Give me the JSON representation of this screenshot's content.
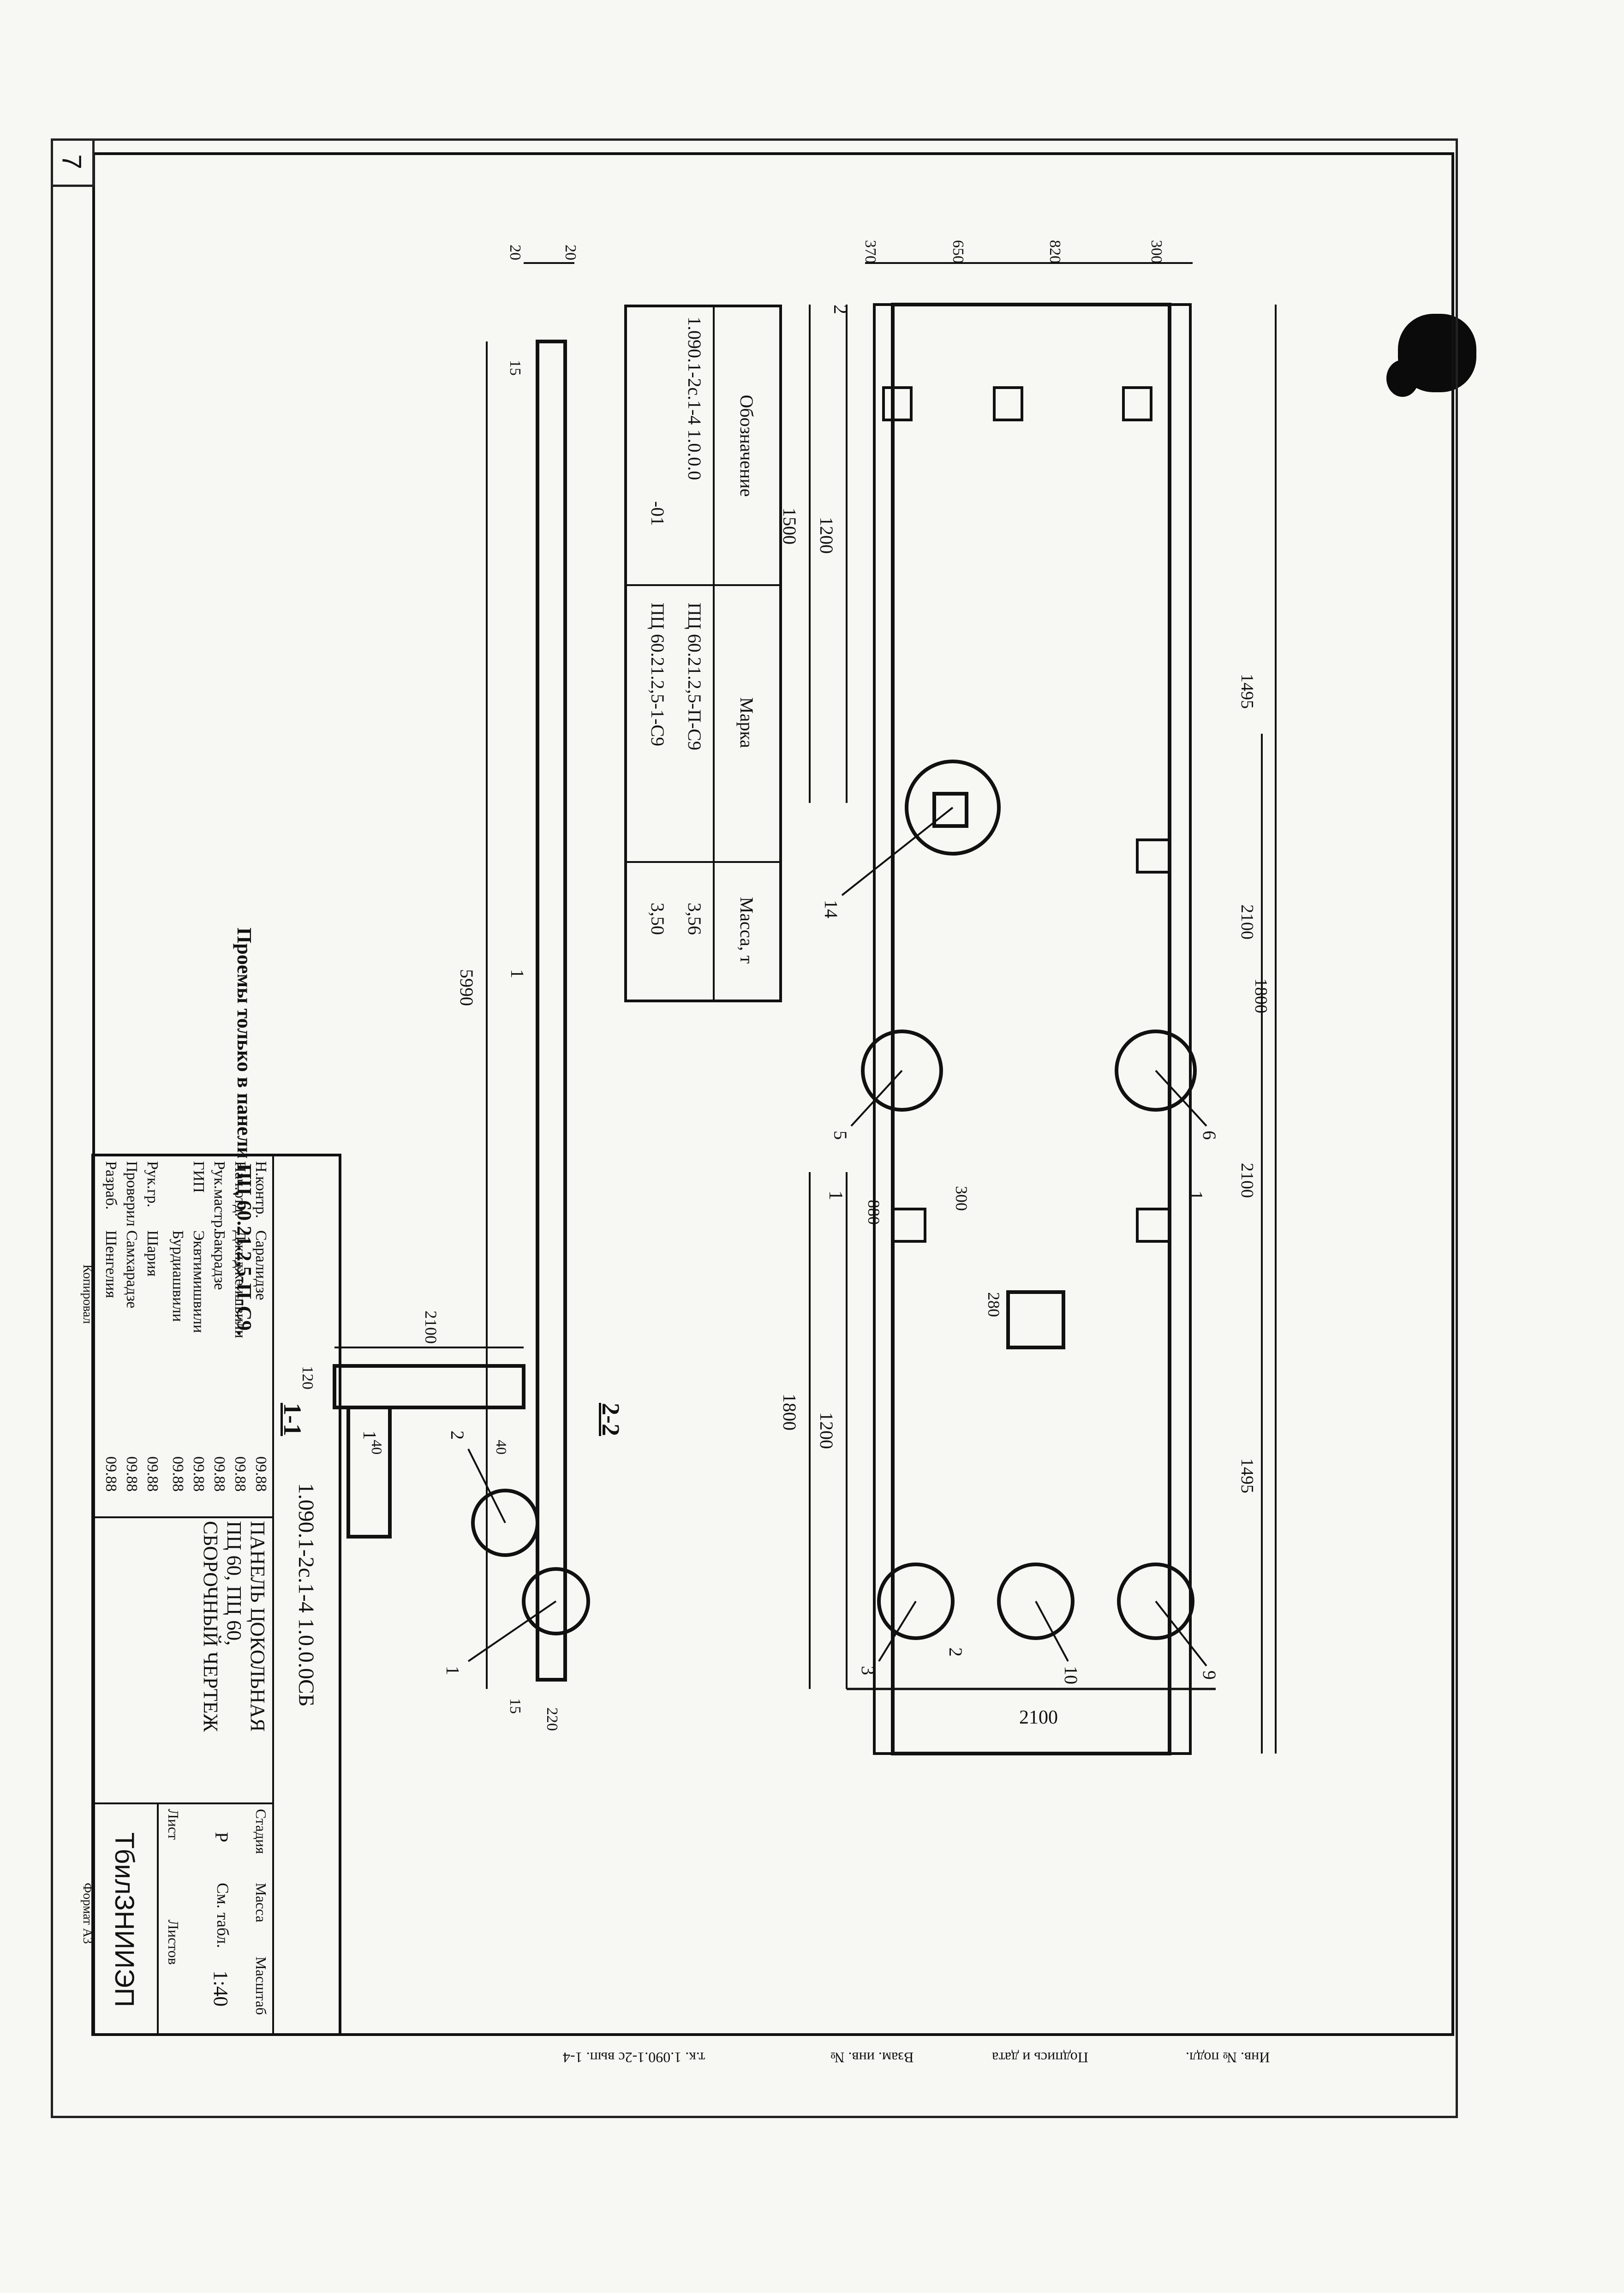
{
  "page_number": "7",
  "drawing": {
    "section_1": "1-1",
    "section_2": "2-2",
    "note": "Проемы только в панели ПЦ 60.21.2,5-П-С9.",
    "dims": {
      "plan_width": "2100",
      "plan_length": "5990",
      "d1800": "1800",
      "d1200a": "1200",
      "d280": "280",
      "d300": "300",
      "d880": "880",
      "d1500": "1500",
      "d1200b": "1200",
      "d1495a": "1495",
      "d2100a": "2100",
      "d1800b": "1800",
      "d2100b": "2100",
      "d1495b": "1495",
      "d370a": "370",
      "d650": "650",
      "d820": "820",
      "d300b": "300",
      "d2100c": "2100",
      "d15a": "15",
      "d15b": "15",
      "d20a": "20",
      "d20b": "20",
      "d220": "220",
      "d5990": "5990",
      "sec_2100": "2100",
      "sec_120": "120",
      "sec_40a": "40",
      "sec_40b": "40"
    },
    "markers": {
      "m1": "1",
      "m2": "2",
      "m3": "3",
      "m5": "5",
      "m6": "6",
      "m9": "9",
      "m10": "10",
      "m14": "14",
      "cut1a": "1",
      "cut1b": "1",
      "cut2": "2",
      "s2_1": "1",
      "s2_2": "1",
      "s1_2": "2",
      "s1_1": "1"
    }
  },
  "spec_table": {
    "headers": [
      "Обозначение",
      "Марка",
      "Масса, т"
    ],
    "rows": [
      {
        "designation": "1.090.1-2с.1-4 1.0.0.0",
        "mark": "ПЦ 60.21.2,5-П-С9",
        "mass": "3,56"
      },
      {
        "designation": "-01",
        "mark": "ПЦ 60.21.2,5-1-С9",
        "mass": "3,50"
      }
    ]
  },
  "title_block": {
    "code": "1.090.1-2с.1-4 1.0.0.0СБ",
    "title_line1": "ПАНЕЛЬ ЦОКОЛЬНАЯ",
    "title_line2": "ПЦ 60, ПЦ 60,",
    "title_line3": "СБОРОЧНЫЙ ЧЕРТЕЖ",
    "stage_label": "Стадия",
    "mass_label": "Масса",
    "scale_label": "Масштаб",
    "stage": "Р",
    "mass": "См. табл.",
    "scale": "1:40",
    "sheet_label": "Лист",
    "sheets_label": "Листов",
    "org": "ТбилЗНИИЭП",
    "signatures": [
      {
        "role": "Н.контр.",
        "name": "Саралидзе",
        "date": "09.88"
      },
      {
        "role": "Нач.отд.",
        "name": "Джиджеишвили",
        "date": "09.88"
      },
      {
        "role": "Рук.мастр.",
        "name": "Бакрадзе",
        "date": "09.88"
      },
      {
        "role": "ГИП",
        "name": "Эквтимишвили",
        "date": "09.88"
      },
      {
        "role": "",
        "name": "Бурдиашвили",
        "date": "09.88"
      },
      {
        "role": "Рук.гр.",
        "name": "Шария",
        "date": "09.88"
      },
      {
        "role": "Проверил",
        "name": "Самхарадзе",
        "date": "09.88"
      },
      {
        "role": "Разраб.",
        "name": "Шенгелия",
        "date": "09.88"
      }
    ],
    "copied": "Копировал",
    "format": "Формат А3"
  },
  "left_strip": {
    "inv_no": "Инв. № подл.",
    "sign_date": "Подпись и дата",
    "replace_inv": "Взам. инв. №",
    "ref": "т.к. 1.090.1-2с  вып. 1-4"
  }
}
